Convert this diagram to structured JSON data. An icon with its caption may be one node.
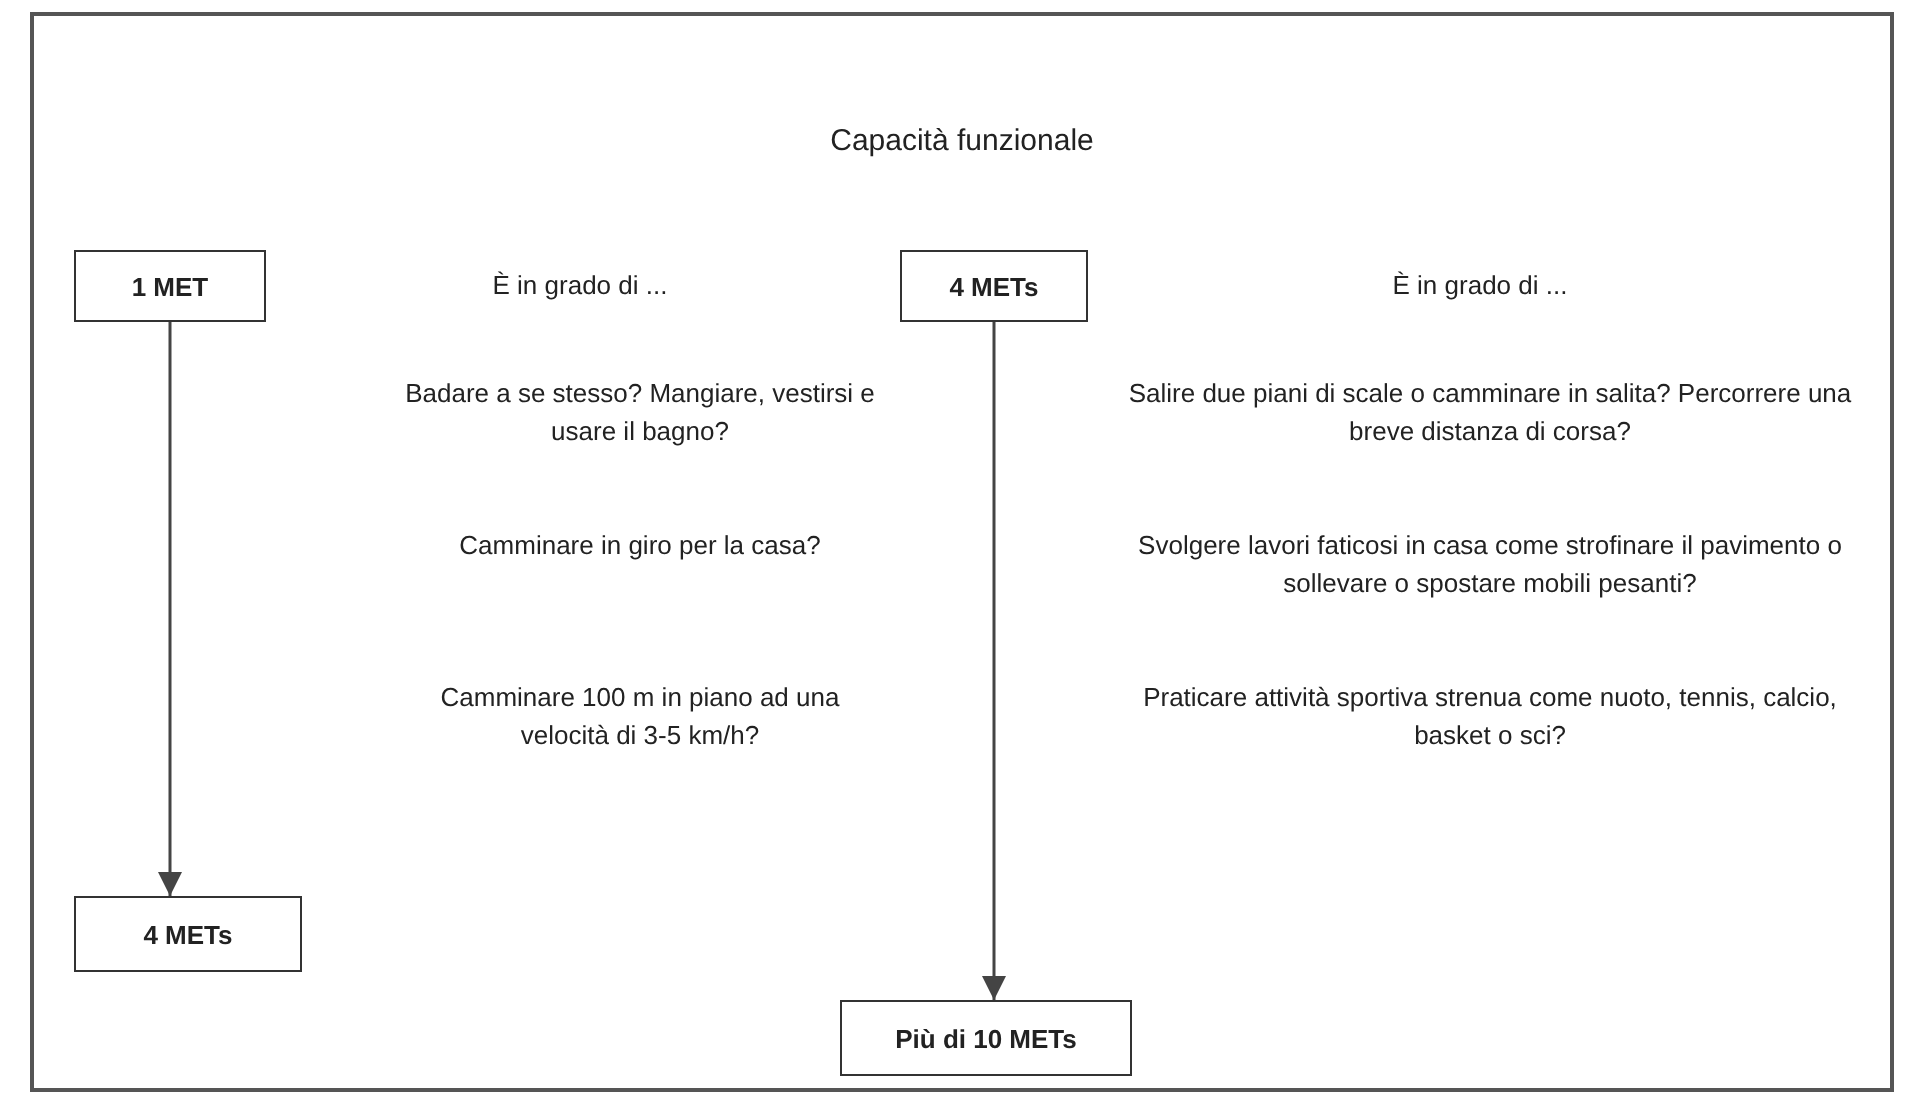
{
  "diagram": {
    "title": "Capacità funzionale",
    "nodes": [
      {
        "text": [
          "1 MET"
        ]
      },
      {
        "text": [
          "4 METs"
        ]
      },
      {
        "text": [
          "4 METs"
        ]
      },
      {
        "text": [
          "Più di 10 METs"
        ]
      }
    ],
    "edges": [
      {
        "from": 0,
        "to": 2,
        "arrow": "to"
      },
      {
        "from": 1,
        "to": 3,
        "arrow": "to"
      }
    ],
    "labels": [
      "È in grado di ...",
      "È in grado di ...",
      "Badare a se stesso? Mangiare, vestirsi e usare il bagno?",
      "Salire due piani di scale o camminare in salita? Percorrere una breve distanza di corsa?",
      "Camminare in giro per la casa?",
      "Svolgere lavori faticosi in casa come strofinare il pavimento o sollevare o spostare mobili pesanti?",
      "Camminare 100 m in piano ad una velocità di 3-5 km/h?",
      "Praticare attività sportiva strenua come nuoto, tennis, calcio, basket o sci?"
    ]
  }
}
